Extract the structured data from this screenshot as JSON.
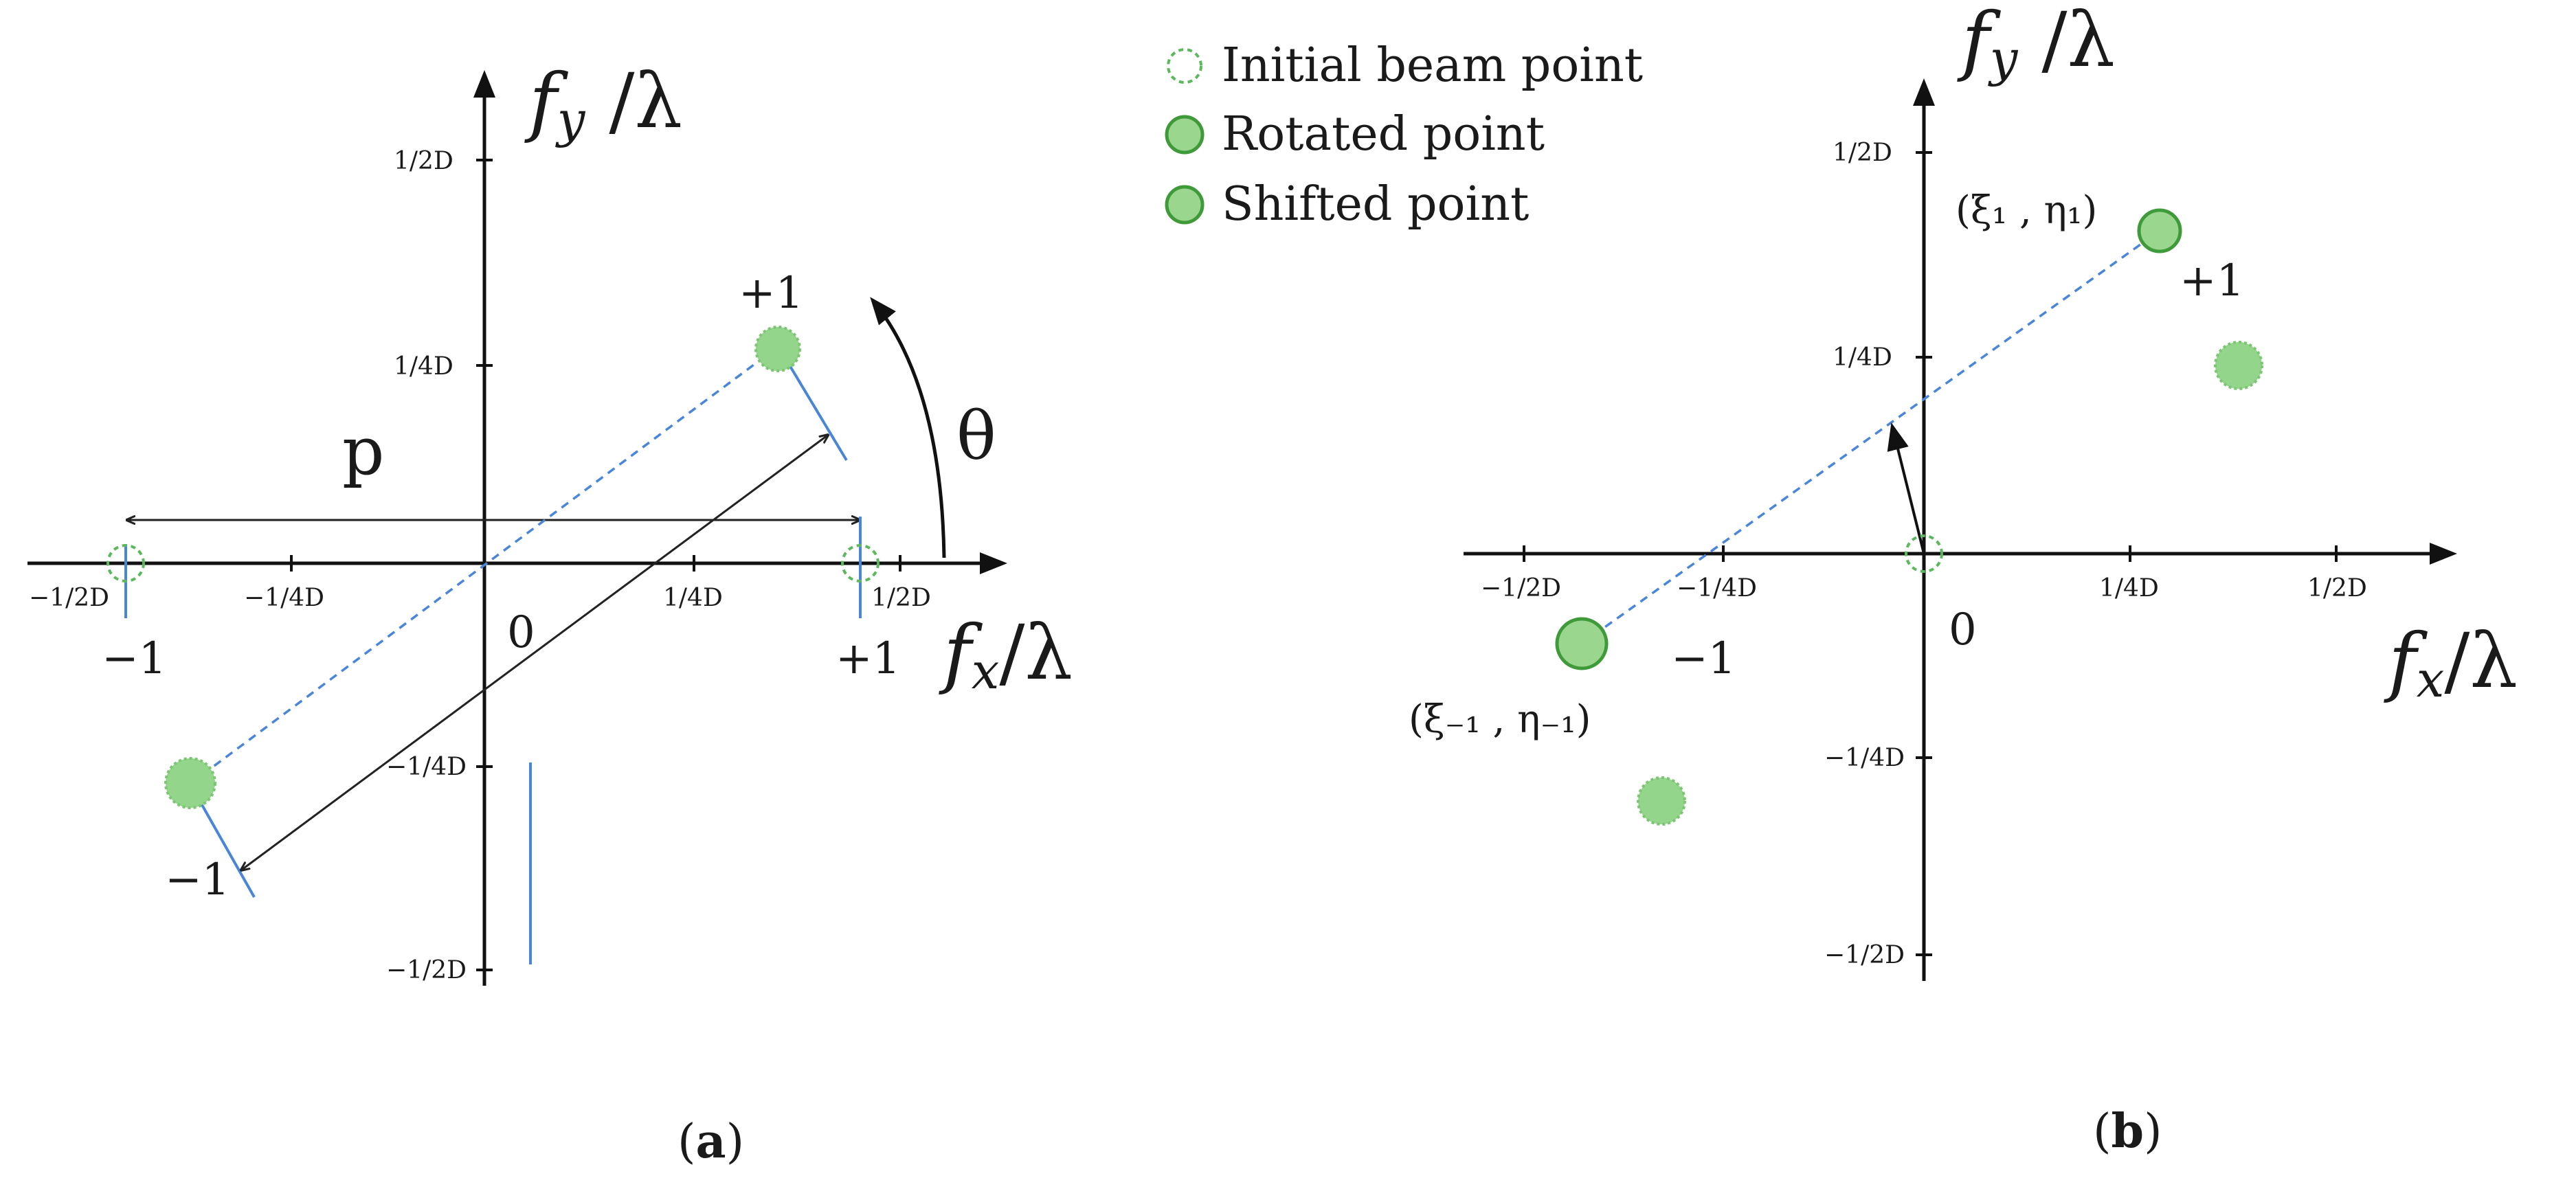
{
  "panel_a": {
    "label_open": "(",
    "label_letter": "a",
    "label_close": ")",
    "x_axis_title_f": "f",
    "x_axis_title_sub": "x",
    "x_axis_title_rest": "/λ",
    "y_axis_title_f": "f",
    "y_axis_title_sub": "y",
    "y_axis_title_rest": " /λ",
    "x_ticks": [
      "−1/2D",
      "−1/4D",
      "1/4D",
      "1/2D"
    ],
    "y_ticks": [
      "1/2D",
      "1/4D",
      "−1/4D",
      "−1/2D"
    ],
    "origin": "0",
    "period_label": "p",
    "angle_label": "θ",
    "order_plus_top": "+1",
    "order_plus_axis": "+1",
    "order_minus_axis": "−1",
    "order_minus_bottom": "−1"
  },
  "panel_b": {
    "label_open": "(",
    "label_letter": "b",
    "label_close": ")",
    "x_axis_title_f": "f",
    "x_axis_title_sub": "x",
    "x_axis_title_rest": "/λ",
    "y_axis_title_f": "f",
    "y_axis_title_sub": "y",
    "y_axis_title_rest": " /λ",
    "x_ticks": [
      "−1/2D",
      "−1/4D",
      "1/4D",
      "1/2D"
    ],
    "y_ticks": [
      "1/2D",
      "1/4D",
      "−1/4D",
      "−1/2D"
    ],
    "origin": "0",
    "point_plus_coord": "(ξ₁ , η₁)",
    "point_minus_coord": "(ξ₋₁ , η₋₁)",
    "order_plus": "+1",
    "order_minus": "−1"
  },
  "legend": {
    "items": [
      {
        "label": "Initial beam point",
        "style": "initial"
      },
      {
        "label": "Rotated point",
        "style": "rotated"
      },
      {
        "label": "Shifted point",
        "style": "shifted"
      }
    ]
  },
  "colors": {
    "point_fill": "#9bd68f",
    "point_stroke": "#3f9a3a",
    "guide_line": "#4a86d8",
    "axis": "#111111"
  }
}
